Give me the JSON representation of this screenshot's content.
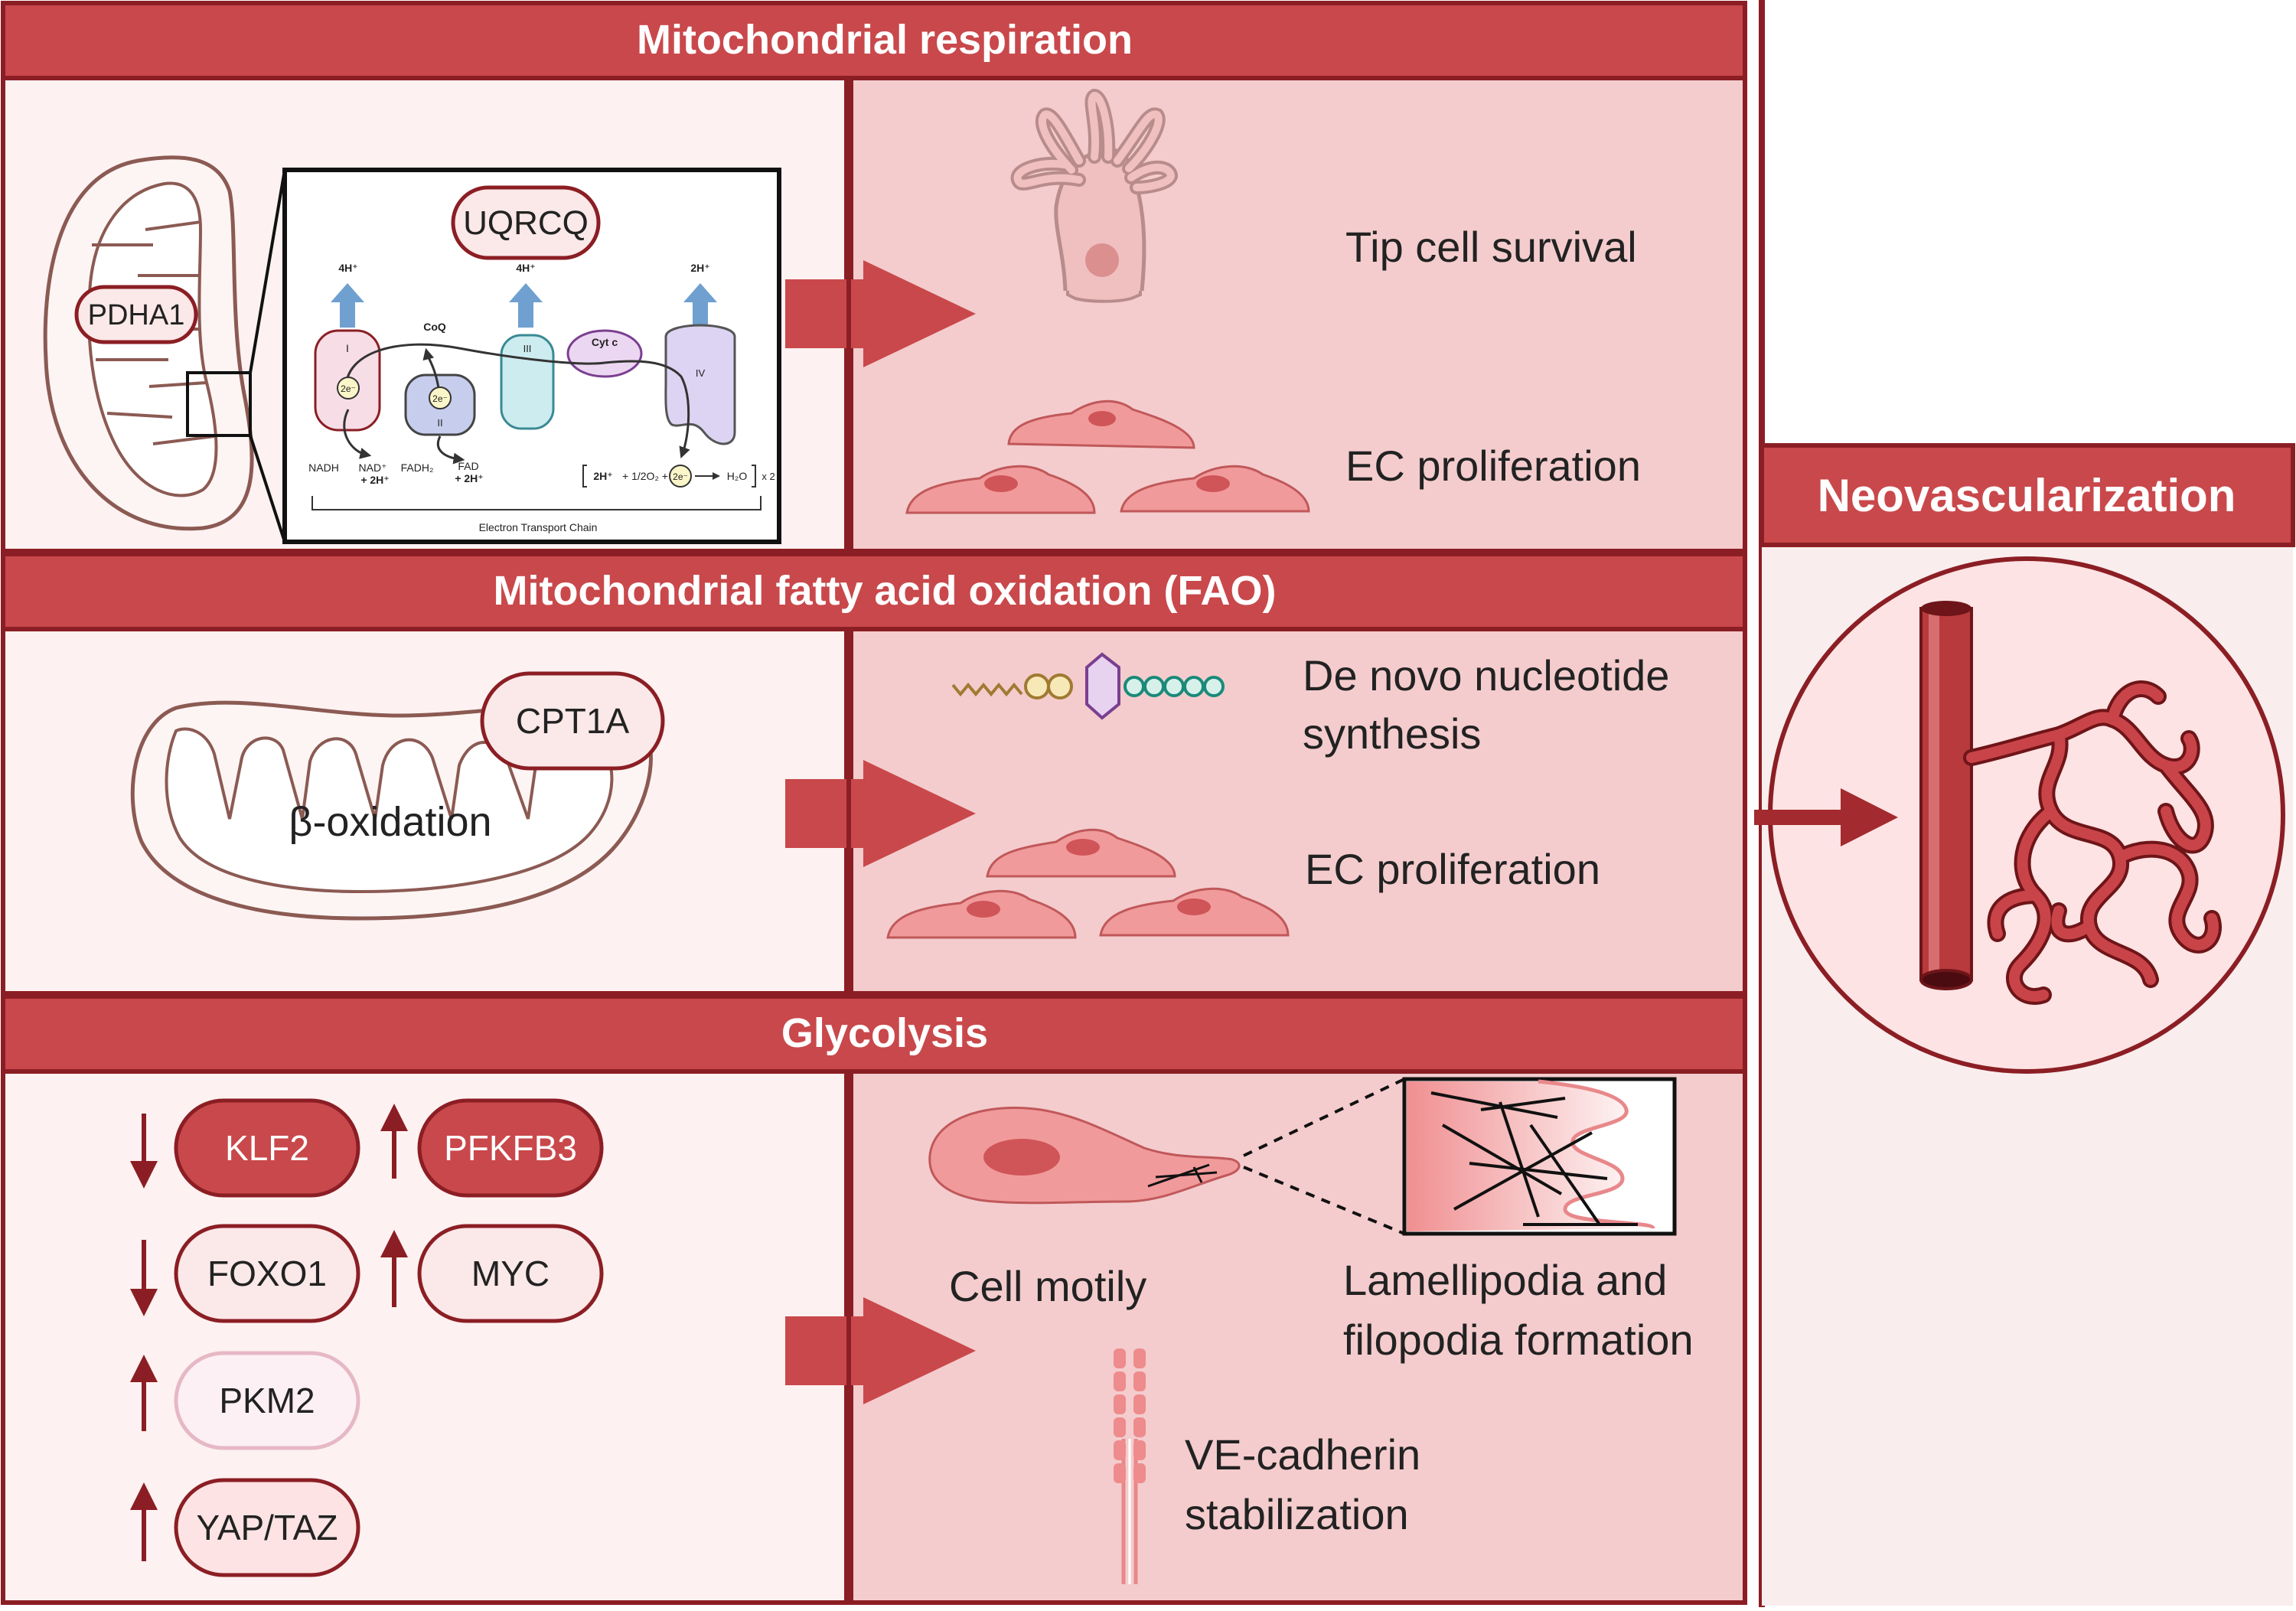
{
  "sections": {
    "respiration": {
      "title": "Mitochondrial respiration",
      "pdha": "PDHA1",
      "etc": {
        "uqrcq": "UQRCQ",
        "h_i": "4H⁺",
        "h_iii": "4H⁺",
        "h_iv": "2H⁺",
        "coq": "CoQ",
        "cytc": "Cyt c",
        "c_i": "I",
        "c_ii": "II",
        "c_iii": "III",
        "c_iv": "IV",
        "e1": "2e⁻",
        "e2": "2e⁻",
        "e3": "2e⁻",
        "nadh": "NADH",
        "nad": "NAD⁺",
        "nad_h": "+ 2H⁺",
        "fadh": "FADH₂",
        "fad": "FAD",
        "fad_h": "+ 2H⁺",
        "rx_h": "2H⁺",
        "rx_o": "+ 1/2O₂ +",
        "rx_w": "H₂O",
        "rx_x": "x 2",
        "caption": "Electron Transport Chain"
      },
      "out1": "Tip cell survival",
      "out2": "EC proliferation"
    },
    "fao": {
      "title": "Mitochondrial fatty acid oxidation (FAO)",
      "cpt": "CPT1A",
      "beta": "β-oxidation",
      "out1a": "De novo nucleotide",
      "out1b": "synthesis",
      "out2": "EC proliferation"
    },
    "glycolysis": {
      "title": "Glycolysis",
      "klf2": "KLF2",
      "pfkfb3": "PFKFB3",
      "foxo1": "FOXO1",
      "myc": "MYC",
      "pkm2": "PKM2",
      "yap": "YAP/TAZ",
      "motility": "Cell motily",
      "lam1": "Lamellipodia and",
      "lam2": "filopodia formation",
      "ve1": "VE-cadherin",
      "ve2": "stabilization"
    }
  },
  "neo": {
    "title": "Neovascularization"
  },
  "colors": {
    "header": "#c9484b",
    "border": "#8b1e24",
    "left_panel": "#fdf1f1",
    "right_panel": "#f4cccd",
    "cell": "#f19a9b",
    "pill_dark": "#c9484b",
    "pill_light": "#fbe8e8"
  }
}
